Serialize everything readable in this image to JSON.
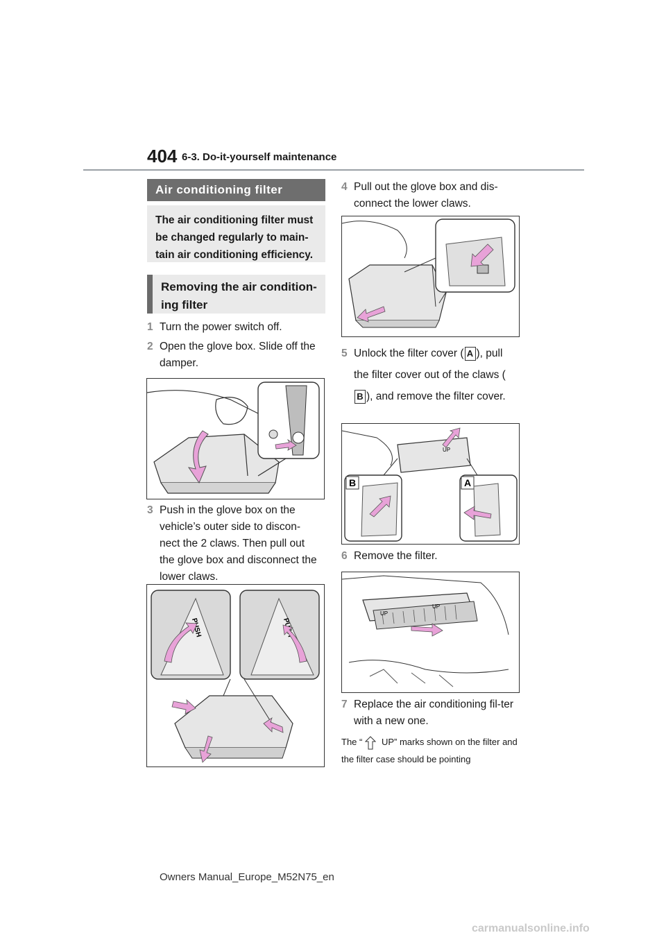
{
  "header": {
    "page_number": "404",
    "section": "6-3. Do-it-yourself maintenance"
  },
  "main_heading": "Air conditioning filter",
  "intro": "The air conditioning filter must be changed regularly to main-tain air conditioning efficiency.",
  "sub_heading": "Removing the air condition-ing filter",
  "steps": [
    {
      "num": "1",
      "text": "Turn the power switch off."
    },
    {
      "num": "2",
      "text": "Open the glove box. Slide off the damper."
    },
    {
      "num": "3",
      "text": "Push in the glove box on the vehicle’s outer side to discon-nect the 2 claws. Then pull out the glove box and disconnect the lower claws."
    },
    {
      "num": "4",
      "text": "Pull out the glove box and dis-connect the lower claws."
    },
    {
      "num": "5",
      "text_a": "Unlock the filter cover (",
      "label_a": "A",
      "text_b": "), pull the filter cover out of the claws (",
      "label_b": "B",
      "text_c": "), and remove the filter cover."
    },
    {
      "num": "6",
      "text": "Remove the filter."
    },
    {
      "num": "7",
      "text": "Replace the air conditioning fil-ter with a new one."
    }
  ],
  "figure_labels": {
    "push": "PUSH",
    "label_a": "A",
    "label_b": "B",
    "up": "UP"
  },
  "note": {
    "part1": "The “",
    "part2": " UP” marks shown on the filter and the filter case should be pointing"
  },
  "footer": "Owners Manual_Europe_M52N75_en",
  "watermark": "carmanualsonline.info",
  "colors": {
    "arrow": "#e8a2d8",
    "heading_dark": "#6e6e6e",
    "heading_light": "#eaeaea"
  }
}
